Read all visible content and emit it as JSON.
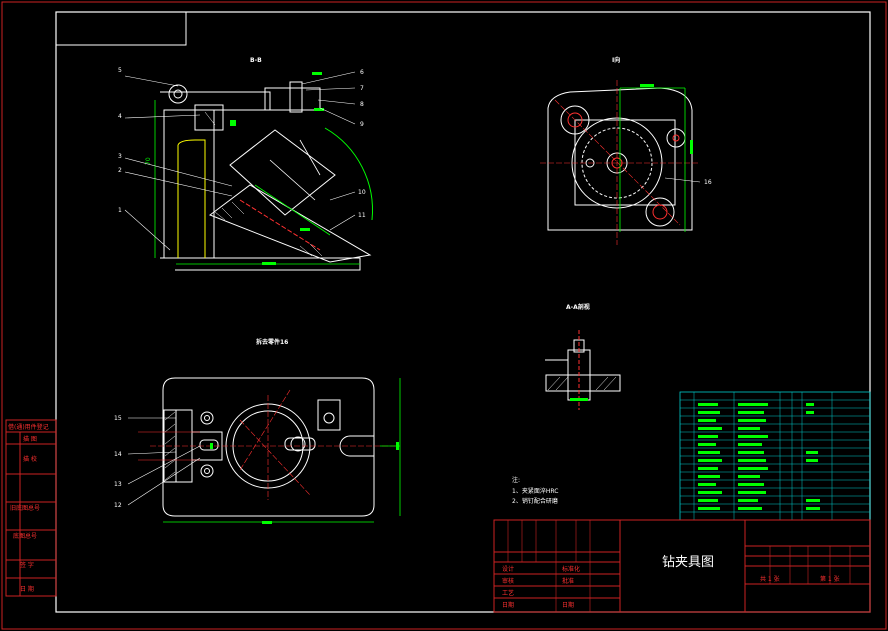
{
  "views": {
    "view_b": "B-B",
    "view_top": "I向",
    "view_section": "A-A剖视",
    "view_base": "拆去零件16"
  },
  "part_numbers": {
    "p1": "1",
    "p2": "2",
    "p3": "3",
    "p4": "4",
    "p5": "5",
    "p6": "6",
    "p7": "7",
    "p8": "8",
    "p9": "9",
    "p10": "10",
    "p11": "11",
    "p12": "12",
    "p13": "13",
    "p14": "14",
    "p15": "15",
    "p16": "16"
  },
  "dimension": {
    "height": "70"
  },
  "notes": {
    "heading": "注:",
    "item1": "1、夹紧面淬HRC",
    "item2": "2、销钉配合研磨"
  },
  "title_block": {
    "drawing_title": "钻夹具图",
    "sheet_left": "共 1 张",
    "sheet_right": "第 1 张",
    "row_labels": [
      "设计",
      "审核",
      "工艺",
      "日期"
    ],
    "col_labels": [
      "标准化",
      "批准",
      "日期"
    ]
  },
  "left_strip": {
    "header": "借(通)用件登记",
    "items": [
      "描 图",
      "描 校",
      "旧底图总号",
      "底图总号",
      "签 字",
      "日 期"
    ]
  },
  "colors": {
    "frame": "#ffffff",
    "border_red": "#cc2222",
    "dimension_green": "#00ff00",
    "centerline_red": "#ff2020",
    "outline_white": "#ffffff",
    "table_cyan": "#00cccc"
  }
}
